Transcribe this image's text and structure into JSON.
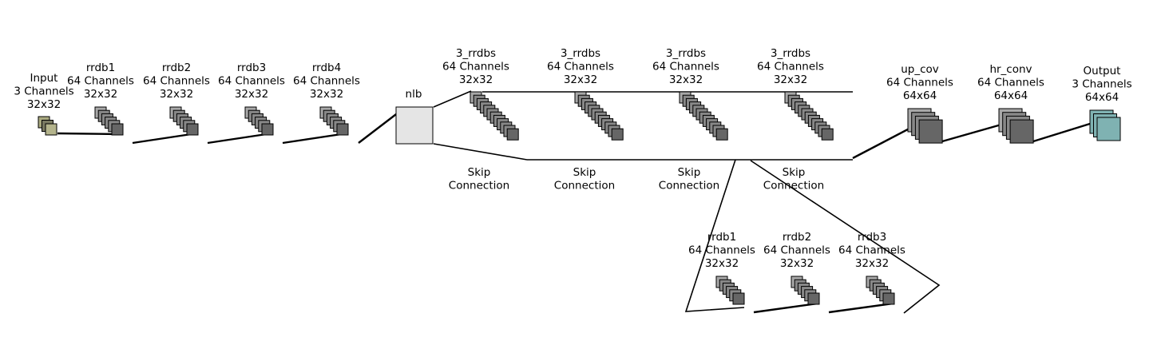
{
  "colors": {
    "stack_light": "#a8a8a8",
    "stack_mid": "#888888",
    "stack_dark": "#666666",
    "input_light": "#aaaa80",
    "input_front": "#b4b48c",
    "output_front": "#7fb2b2",
    "nlb_fill": "#e5e5e5",
    "line": "#000000"
  },
  "nodes": [
    {
      "id": "input",
      "lines": [
        "Input",
        "3 Channels",
        "32x32"
      ]
    },
    {
      "id": "rrdb1",
      "lines": [
        "rrdb1",
        "64 Channels",
        "32x32"
      ]
    },
    {
      "id": "rrdb2",
      "lines": [
        "rrdb2",
        "64 Channels",
        "32x32"
      ]
    },
    {
      "id": "rrdb3",
      "lines": [
        "rrdb3",
        "64 Channels",
        "32x32"
      ]
    },
    {
      "id": "rrdb4",
      "lines": [
        "rrdb4",
        "64 Channels",
        "32x32"
      ]
    },
    {
      "id": "nlb",
      "lines": [
        "nlb"
      ]
    },
    {
      "id": "rrdbs_1",
      "lines": [
        "3_rrdbs",
        "64 Channels",
        "32x32"
      ]
    },
    {
      "id": "rrdbs_2",
      "lines": [
        "3_rrdbs",
        "64 Channels",
        "32x32"
      ]
    },
    {
      "id": "rrdbs_3",
      "lines": [
        "3_rrdbs",
        "64 Channels",
        "32x32"
      ]
    },
    {
      "id": "rrdbs_4",
      "lines": [
        "3_rrdbs",
        "64 Channels",
        "32x32"
      ]
    },
    {
      "id": "up_cov",
      "lines": [
        "up_cov",
        "64 Channels",
        "64x64"
      ]
    },
    {
      "id": "hr_conv",
      "lines": [
        "hr_conv",
        "64 Channels",
        "64x64"
      ]
    },
    {
      "id": "output",
      "lines": [
        "Output",
        "3 Channels",
        "64x64"
      ]
    },
    {
      "id": "sub_rrdb1",
      "lines": [
        "rrdb1",
        "64 Channels",
        "32x32"
      ]
    },
    {
      "id": "sub_rrdb2",
      "lines": [
        "rrdb2",
        "64 Channels",
        "32x32"
      ]
    },
    {
      "id": "sub_rrdb3",
      "lines": [
        "rrdb3",
        "64 Channels",
        "32x32"
      ]
    }
  ],
  "skip_labels": [
    [
      "Skip",
      "Connection"
    ],
    [
      "Skip",
      "Connection"
    ],
    [
      "Skip",
      "Connection"
    ],
    [
      "Skip",
      "Connection"
    ]
  ]
}
